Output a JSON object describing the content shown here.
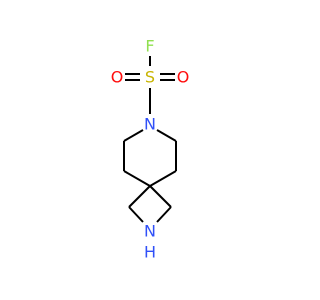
{
  "molecule": {
    "atoms": {
      "fluorine": {
        "symbol": "F",
        "color": "#90e050"
      },
      "sulfur": {
        "symbol": "S",
        "color": "#c8b400"
      },
      "oxygen_left": {
        "symbol": "O",
        "color": "#ff0d0d"
      },
      "oxygen_right": {
        "symbol": "O",
        "color": "#ff0d0d"
      },
      "nitrogen_sulfonyl": {
        "symbol": "N",
        "color": "#3050f8"
      },
      "nitrogen_azetidine": {
        "symbol": "N",
        "color": "#3050f8"
      },
      "hydrogen_azetidine": {
        "symbol": "H",
        "color": "#3050f8"
      }
    },
    "bond_color": "#000000"
  }
}
